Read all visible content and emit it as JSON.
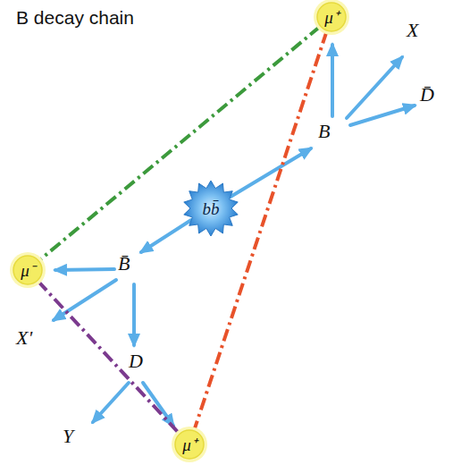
{
  "diagram": {
    "title": "B decay chain",
    "nodes": [
      {
        "text": [
          "μ⁺"
        ]
      },
      {
        "text": [
          "bb̄"
        ]
      },
      {
        "text": [
          "μ⁻"
        ]
      },
      {
        "text": [
          "μ⁺"
        ]
      }
    ],
    "edges": [
      {
        "from": 0,
        "to": 2,
        "arrow": "none"
      },
      {
        "from": 0,
        "to": 3,
        "arrow": "none"
      },
      {
        "from": 2,
        "to": 3,
        "arrow": "none"
      }
    ],
    "labels": [
      "X",
      "D̄",
      "B",
      "B̄",
      "X'",
      "D",
      "Y"
    ]
  }
}
